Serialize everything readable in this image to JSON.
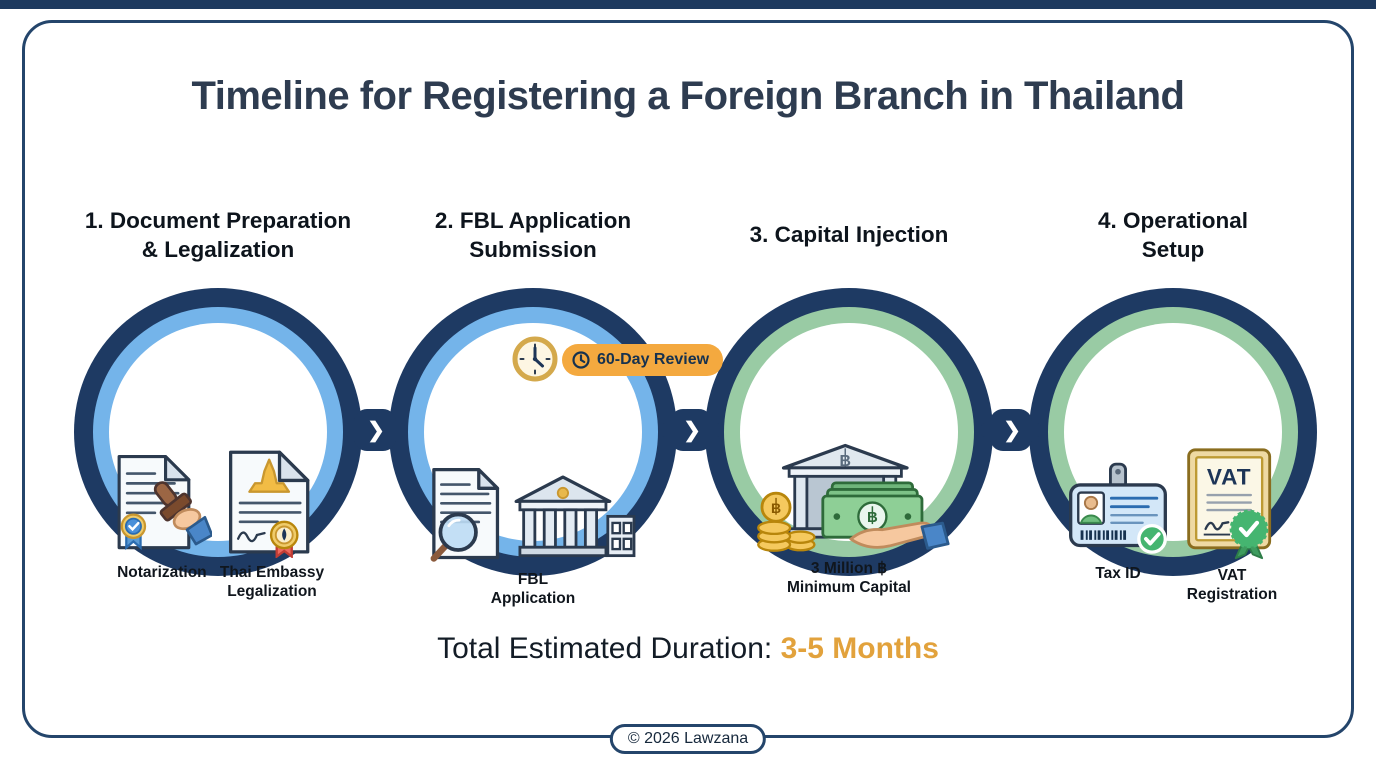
{
  "page": {
    "title": "Timeline for Registering a Foreign Branch in Thailand",
    "duration_label": "Total Estimated Duration:",
    "duration_value": "3-5 Months",
    "footer": "© 2026 Lawzana"
  },
  "symbols": {
    "vat": "VAT"
  },
  "colors": {
    "frame_navy": "#24456b",
    "ring_navy": "#1e3a63",
    "ring_blue": "#74b4ea",
    "ring_green": "#99cba4",
    "accent_orange": "#e2a23c",
    "badge_orange": "#f4a93f",
    "badge_text_navy": "#16324f",
    "title_text": "#2e3c50"
  },
  "steps": [
    {
      "header_lines": [
        "1. Document Preparation",
        "& Legalization"
      ],
      "items": [
        {
          "icon": "notarization-document-icon",
          "label_lines": [
            "Notarization"
          ]
        },
        {
          "icon": "thai-embassy-document-icon",
          "label_lines": [
            "Thai Embassy",
            "Legalization"
          ]
        }
      ]
    },
    {
      "header_lines": [
        "2. FBL Application",
        "Submission"
      ],
      "badge": {
        "icon": "clock-icon",
        "text": "60-Day Review"
      },
      "items": [
        {
          "icon": "fbl-application-review-icon",
          "label_lines": [
            "FBL",
            "Application"
          ]
        }
      ]
    },
    {
      "header_lines": [
        "3. Capital Injection"
      ],
      "items": [
        {
          "icon": "capital-injection-icon",
          "label_lines": [
            "3 Million ฿",
            "Minimum Capital"
          ]
        }
      ]
    },
    {
      "header_lines": [
        "4. Operational",
        "Setup"
      ],
      "items": [
        {
          "icon": "tax-id-card-icon",
          "label_lines": [
            "Tax ID"
          ]
        },
        {
          "icon": "vat-certificate-icon",
          "label_lines": [
            "VAT",
            "Registration"
          ]
        }
      ]
    }
  ]
}
